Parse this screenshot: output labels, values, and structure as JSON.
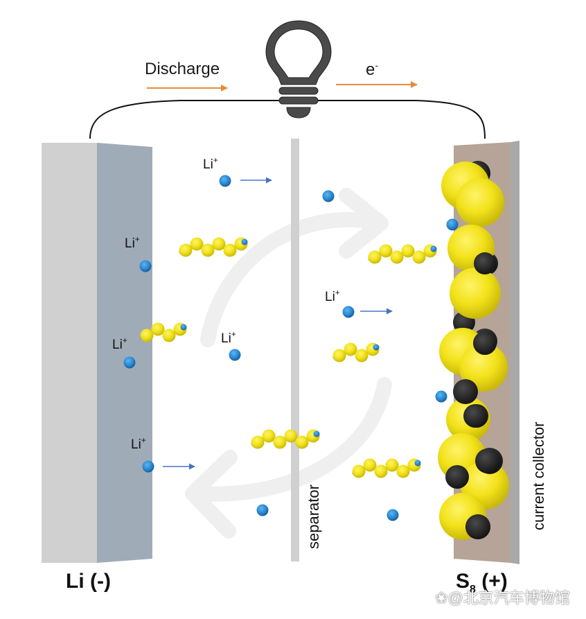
{
  "diagram": {
    "title": "Lithium-sulfur battery discharge",
    "top": {
      "discharge_label": "Discharge",
      "electron_label": "e",
      "electron_superscript": "-",
      "arrow_color": "#e98a3c",
      "bulb_icon": "lightbulb-icon"
    },
    "anode": {
      "label": "Li (-)",
      "front_color": "#d0d0d0",
      "side_color": "#a0abb8"
    },
    "cathode": {
      "label_main": "S",
      "label_sub": "8",
      "label_suffix": " (+)",
      "collector_label": "current collector",
      "collector_color": "#b5a497",
      "collector_edge_color": "#a9a9a9"
    },
    "separator": {
      "label": "separator",
      "color": "#d0d0d0"
    },
    "ion_labels": [
      {
        "text": "Li",
        "sup": "+"
      },
      {
        "text": "Li",
        "sup": "+"
      },
      {
        "text": "Li",
        "sup": "+"
      },
      {
        "text": "Li",
        "sup": "+"
      },
      {
        "text": "Li",
        "sup": "+"
      },
      {
        "text": "Li",
        "sup": "+"
      }
    ],
    "colors": {
      "lithium_ion": "#2a8ad4",
      "sulfur": "#f2e21a",
      "carbon": "#2a2a2a",
      "ion_arrow": "#4a72c4",
      "cycle_arrow": "#efefef"
    },
    "polysulfide_chains": [
      {
        "sulfur_atoms": 6
      },
      {
        "sulfur_atoms": 4
      },
      {
        "sulfur_atoms": 6
      },
      {
        "sulfur_atoms": 4
      },
      {
        "sulfur_atoms": 6
      },
      {
        "sulfur_atoms": 6
      }
    ],
    "watermark": "@北京汽车博物馆"
  }
}
